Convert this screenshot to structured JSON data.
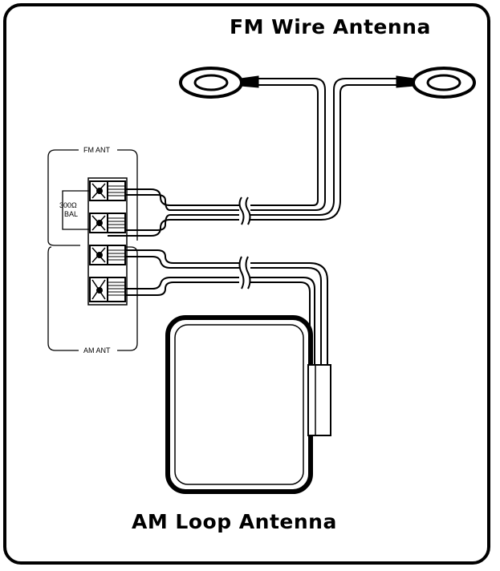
{
  "titles": {
    "fm": "FM Wire Antenna",
    "am": "AM Loop Antenna"
  },
  "panel": {
    "fm_label": "FM ANT",
    "am_label": "AM ANT",
    "impedance_line1": "300Ω",
    "impedance_line2": "BAL"
  },
  "colors": {
    "line": "#000000",
    "background": "#ffffff"
  }
}
